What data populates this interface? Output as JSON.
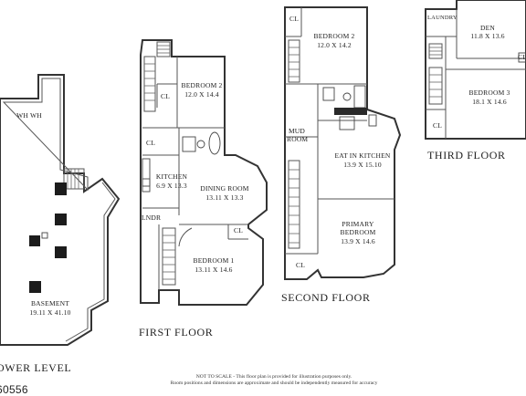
{
  "floors": {
    "lower_level": {
      "title": "OWER LEVEL",
      "rooms": {
        "wh": "WH WH",
        "basement_name": "BASEMENT",
        "basement_dims": "19.11 X 41.10"
      }
    },
    "first_floor": {
      "title": "FIRST FLOOR",
      "rooms": {
        "bedroom2_name": "BEDROOM 2",
        "bedroom2_dims": "12.0 X 14.4",
        "cl_a": "CL",
        "cl_b": "CL",
        "kitchen_name": "KITCHEN",
        "kitchen_dims": "6.9 X 13.3",
        "dining_name": "DINING ROOM",
        "dining_dims": "13.11 X 13.3",
        "lndr": "LNDR",
        "cl_c": "CL",
        "bedroom1_name": "BEDROOM 1",
        "bedroom1_dims": "13.11 X 14.6"
      }
    },
    "second_floor": {
      "title": "SECOND FLOOR",
      "rooms": {
        "cl_a": "CL",
        "bedroom2_name": "BEDROOM 2",
        "bedroom2_dims": "12.0 X 14.2",
        "mud_room_1": "MUD",
        "mud_room_2": "ROOM",
        "kitchen_name": "EAT IN KITCHEN",
        "kitchen_dims": "13.9 X 15.10",
        "primary_name_1": "PRIMARY",
        "primary_name_2": "BEDROOM",
        "primary_dims": "13.9 X 14.6",
        "cl_b": "CL"
      }
    },
    "third_floor": {
      "title": "THIRD FLOOR",
      "rooms": {
        "laundry": "LAUNDRY",
        "den_name": "DEN",
        "den_dims": "11.8 X 13.6",
        "cl_a": "CL",
        "bedroom3_name": "BEDROOM 3",
        "bedroom3_dims": "18.1 X 14.6",
        "cl_b": "CL"
      }
    }
  },
  "disclaimer": {
    "line1": "NOT TO SCALE - This floor plan is provided for illustration purposes only.",
    "line2": "Room positions and dimensions are approximate and should be independently measured for accuracy"
  },
  "listing_id": "60556"
}
